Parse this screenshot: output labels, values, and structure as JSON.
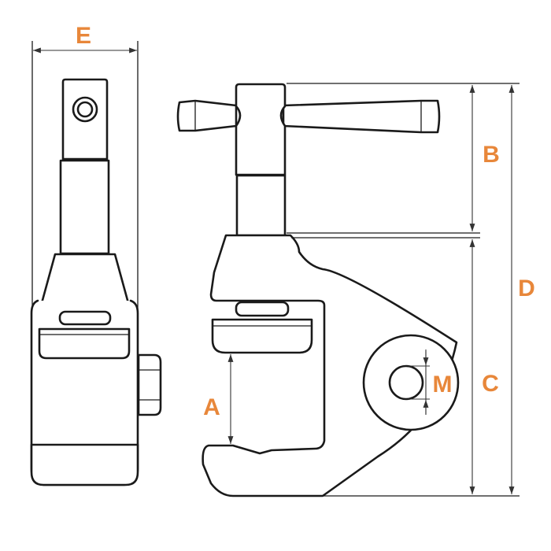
{
  "colors": {
    "label": "#e8873a",
    "line": "#1a1a1a",
    "background": "#ffffff"
  },
  "dimensions": {
    "E": "E",
    "B": "B",
    "D": "D",
    "C": "C",
    "A": "A",
    "M": "M"
  }
}
